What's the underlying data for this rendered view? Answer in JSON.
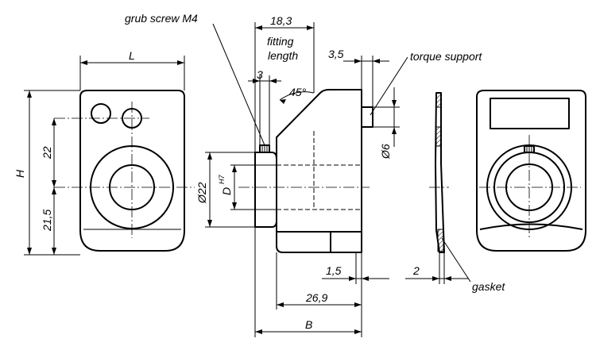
{
  "labels": {
    "grub_screw": "grub screw M4",
    "dim_18_3": "18,3",
    "fitting_length_1": "fitting",
    "fitting_length_2": "length",
    "dim_3_5": "3,5",
    "torque_support": "torque support",
    "dim_L": "L",
    "dim_3": "3",
    "angle_45": "45°",
    "dim_H": "H",
    "dim_22": "22",
    "dim_21_5": "21,5",
    "dim_d22": "Ø22",
    "dim_D": "D",
    "dim_H7": "H7",
    "dim_d6": "Ø6",
    "dim_1_5": "1,5",
    "dim_2": "2",
    "gasket": "gasket",
    "dim_26_9": "26,9",
    "dim_B": "B"
  },
  "colors": {
    "line": "#000000",
    "background": "#ffffff"
  }
}
